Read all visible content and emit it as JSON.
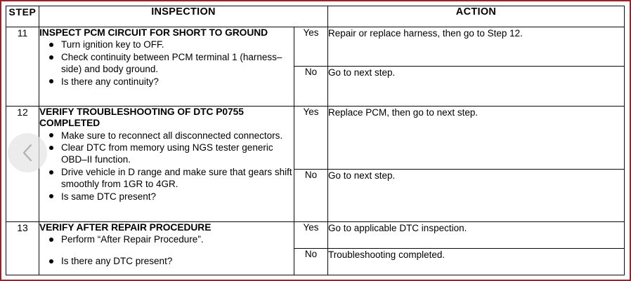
{
  "document": {
    "type": "diagnostic-trouble-code-troubleshooting-table",
    "frame_color": "#9e2128"
  },
  "table": {
    "headers": {
      "step": "STEP",
      "inspection": "INSPECTION",
      "action": "ACTION"
    },
    "rows": [
      {
        "step": "11",
        "title": "INSPECT PCM CIRCUIT FOR SHORT TO GROUND",
        "items": [
          "Turn ignition key to OFF.",
          "Check continuity between PCM terminal 1 (harness–side) and body ground.",
          "Is there any continuity?"
        ],
        "yes_label": "Yes",
        "yes_action": "Repair or replace harness, then go to Step 12.",
        "no_label": "No",
        "no_action": "Go to next step."
      },
      {
        "step": "12",
        "title": "VERIFY TROUBLESHOOTING OF DTC P0755 COMPLETED",
        "items": [
          "Make sure to reconnect all disconnected connectors.",
          "Clear DTC from memory using NGS tester generic OBD–II function.",
          "Drive vehicle in D range and make sure that gears shift smoothly from 1GR to 4GR.",
          "Is same DTC present?"
        ],
        "yes_label": "Yes",
        "yes_action": "Replace PCM, then go to next step.",
        "no_label": "No",
        "no_action": "Go to next step."
      },
      {
        "step": "13",
        "title": "VERIFY AFTER REPAIR PROCEDURE",
        "items": [
          "Perform “After Repair Procedure”.",
          "Is there any DTC present?"
        ],
        "yes_label": "Yes",
        "yes_action": "Go to applicable DTC inspection.",
        "no_label": "No",
        "no_action": "Troubleshooting completed."
      }
    ]
  },
  "overlay": {
    "prev_icon": "chevron-left-icon",
    "prev_icon_glyph": "‹"
  }
}
